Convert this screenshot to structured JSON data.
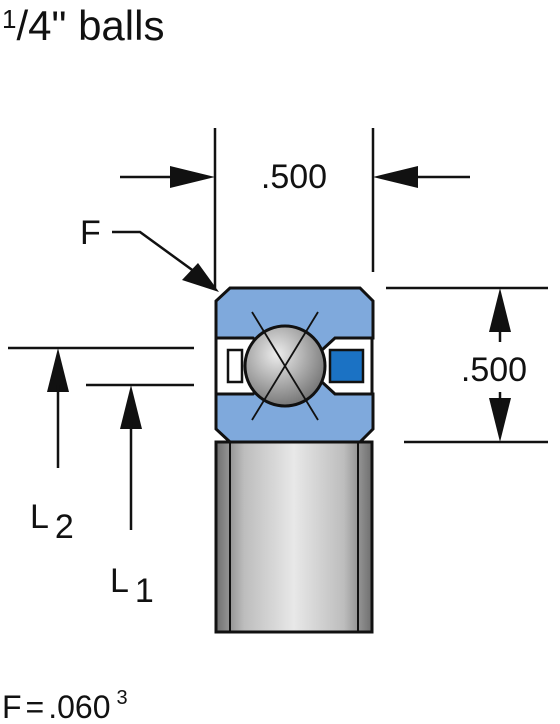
{
  "title": {
    "fraction_num": "1",
    "fraction_den": "4",
    "suffix": "\" balls"
  },
  "dimensions": {
    "width": ".500",
    "height": ".500",
    "l2_letter": "L",
    "l2_sub": "2",
    "l1_letter": "L",
    "l1_sub": "1",
    "f_label": "F"
  },
  "note": {
    "prefix": "F",
    "equals": "=",
    "value": ".060",
    "superscript": "3"
  },
  "colors": {
    "race": "#7fa9dc",
    "separator": "#1b72c4",
    "ball": "#9a9a9a",
    "inner_ring": "#b5b5b5",
    "ink": "#111111"
  }
}
